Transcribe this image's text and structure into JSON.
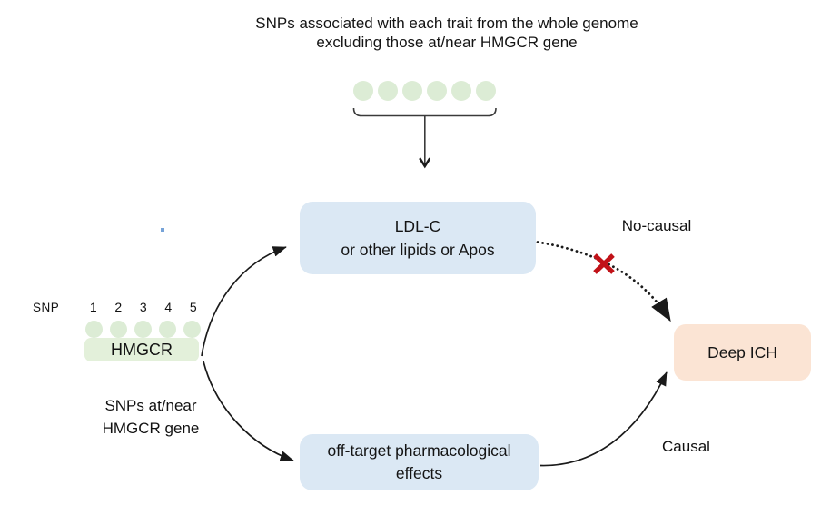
{
  "colors": {
    "snp_dot_green": "#dcecd5",
    "gene_box_green": "#e3f0da",
    "node_blue": "#dbe8f4",
    "outcome_peach": "#fbe4d4",
    "line_black": "#1a1a1a",
    "x_red": "#c11218"
  },
  "top_caption": {
    "line1": "SNPs associated with each trait from the whole genome",
    "line2": "excluding those at/near HMGCR gene"
  },
  "genome_dots": {
    "count": 6
  },
  "snp_panel": {
    "label": "SNP",
    "numbers": [
      "1",
      "2",
      "3",
      "4",
      "5"
    ],
    "gene_label": "HMGCR",
    "caption_line1": "SNPs at/near",
    "caption_line2": "HMGCR gene"
  },
  "nodes": {
    "exposure": {
      "line1": "LDL-C",
      "line2": "or other lipids or Apos"
    },
    "offtarget": {
      "line1": "off-target pharmacological",
      "line2": "effects"
    },
    "outcome": {
      "label": "Deep ICH"
    }
  },
  "edge_labels": {
    "no_causal": "No-causal",
    "causal": "Causal"
  }
}
